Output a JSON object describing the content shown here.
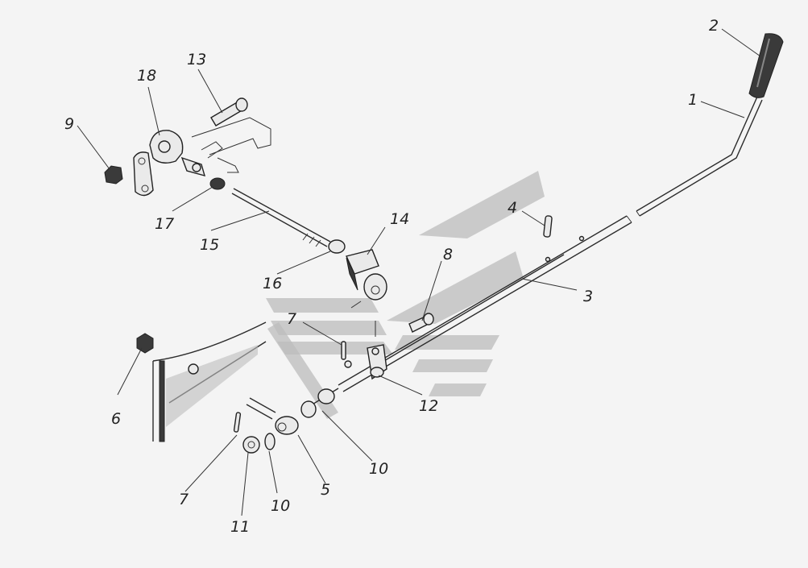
{
  "diagram": {
    "callouts": {
      "c1": "1",
      "c2": "2",
      "c3": "3",
      "c4": "4",
      "c5": "5",
      "c6": "6",
      "c7a": "7",
      "c7b": "7",
      "c8": "8",
      "c9": "9",
      "c10a": "10",
      "c10b": "10",
      "c11": "11",
      "c12": "12",
      "c13": "13",
      "c14": "14",
      "c15": "15",
      "c16": "16",
      "c17": "17",
      "c18": "18"
    }
  }
}
